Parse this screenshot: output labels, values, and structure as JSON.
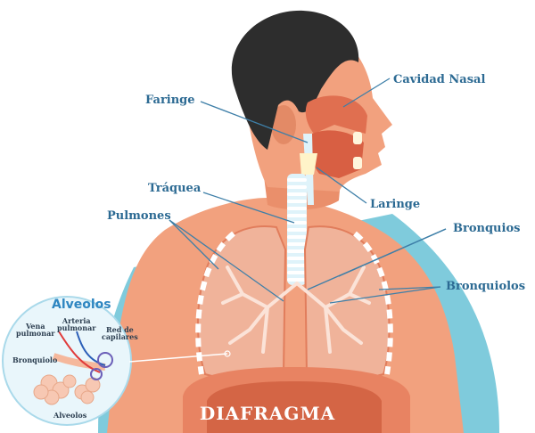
{
  "labels": {
    "cavidad_nasal": "Cavidad Nasal",
    "faringe": "Faringe",
    "traquea": "Tráquea",
    "laringe": "Laringe",
    "pulmones": "Pulmones",
    "bronquios": "Bronquios",
    "bronquiolos": "Bronquiolos",
    "diafragma": "DIAFRAGMA"
  },
  "inset": {
    "title": "Alveolos",
    "vena_pulmonar": "Vena\npulmonar",
    "arteria_pulmonar": "Arteria\npulmonar",
    "red_de_capilares": "Red de\ncapilares",
    "bronquiolo": "Bronquiolo",
    "alveolos": "Alveolos"
  },
  "colors": {
    "label_blue": "#2c6a93",
    "skin": "#f2a17e",
    "lung": "#f0b39a",
    "hair": "#2d2d2d",
    "teal_bg": "#66c2d6",
    "trachea": "#dff3fa"
  }
}
